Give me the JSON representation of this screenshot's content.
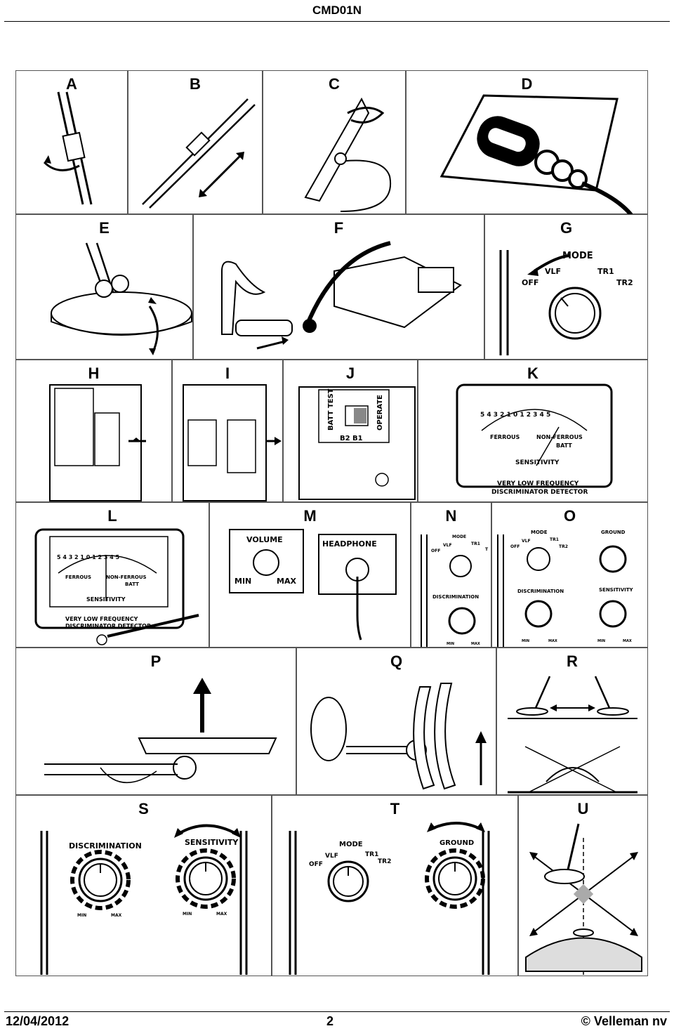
{
  "header": {
    "title": "CMD01N"
  },
  "panels": {
    "A": {
      "label": "A"
    },
    "B": {
      "label": "B"
    },
    "C": {
      "label": "C"
    },
    "D": {
      "label": "D"
    },
    "E": {
      "label": "E"
    },
    "F": {
      "label": "F"
    },
    "G": {
      "label": "G",
      "mode": "MODE",
      "vlf": "VLF",
      "tr1": "TR1",
      "tr2": "TR2",
      "off": "OFF"
    },
    "H": {
      "label": "H"
    },
    "I": {
      "label": "I"
    },
    "J": {
      "label": "J",
      "batt_test": "BATT TEST",
      "operate": "OPERATE",
      "b2b1": "B2 B1"
    },
    "K": {
      "label": "K",
      "ferrous": "FERROUS",
      "non_ferrous": "NON-FERROUS",
      "batt": "BATT",
      "sensitivity": "SENSITIVITY",
      "vlf_line1": "VERY LOW FREQUENCY",
      "vlf_line2": "DISCRIMINATOR DETECTOR",
      "scale": "5 4 3 2 1 0 1 2 3 4 5"
    },
    "L": {
      "label": "L",
      "ferrous": "FERROUS",
      "non_ferrous": "NON-FERROUS",
      "batt": "BATT",
      "sensitivity": "SENSITIVITY",
      "vlf_line1": "VERY LOW FREQUENCY",
      "vlf_line2": "DISCRIMINATOR DETECTOR",
      "scale": "5 4 3 2 1 0 1 2 3 4 5"
    },
    "M": {
      "label": "M",
      "volume": "VOLUME",
      "min": "MIN",
      "max": "MAX",
      "headphone": "HEADPHONE"
    },
    "N": {
      "label": "N",
      "mode": "MODE",
      "vlf": "VLF",
      "tr1": "TR1",
      "tr2": "T",
      "off": "OFF",
      "discrimination": "DISCRIMINATION",
      "min": "MIN",
      "max": "MAX"
    },
    "O": {
      "label": "O",
      "mode": "MODE",
      "vlf": "VLF",
      "tr1": "TR1",
      "tr2": "TR2",
      "off": "OFF",
      "ground": "GROUND",
      "discrimination": "DISCRIMINATION",
      "sensitivity": "SENSITIVITY",
      "min": "MIN",
      "max": "MAX"
    },
    "P": {
      "label": "P"
    },
    "Q": {
      "label": "Q"
    },
    "R": {
      "label": "R"
    },
    "S": {
      "label": "S",
      "discrimination": "DISCRIMINATION",
      "sensitivity": "SENSITIVITY",
      "min": "MIN",
      "max": "MAX"
    },
    "T": {
      "label": "T",
      "mode": "MODE",
      "vlf": "VLF",
      "tr1": "TR1",
      "tr2": "TR2",
      "off": "OFF",
      "ground": "GROUND"
    },
    "U": {
      "label": "U"
    }
  },
  "footer": {
    "date": "12/04/2012",
    "page": "2",
    "copyright": "© Velleman nv"
  }
}
